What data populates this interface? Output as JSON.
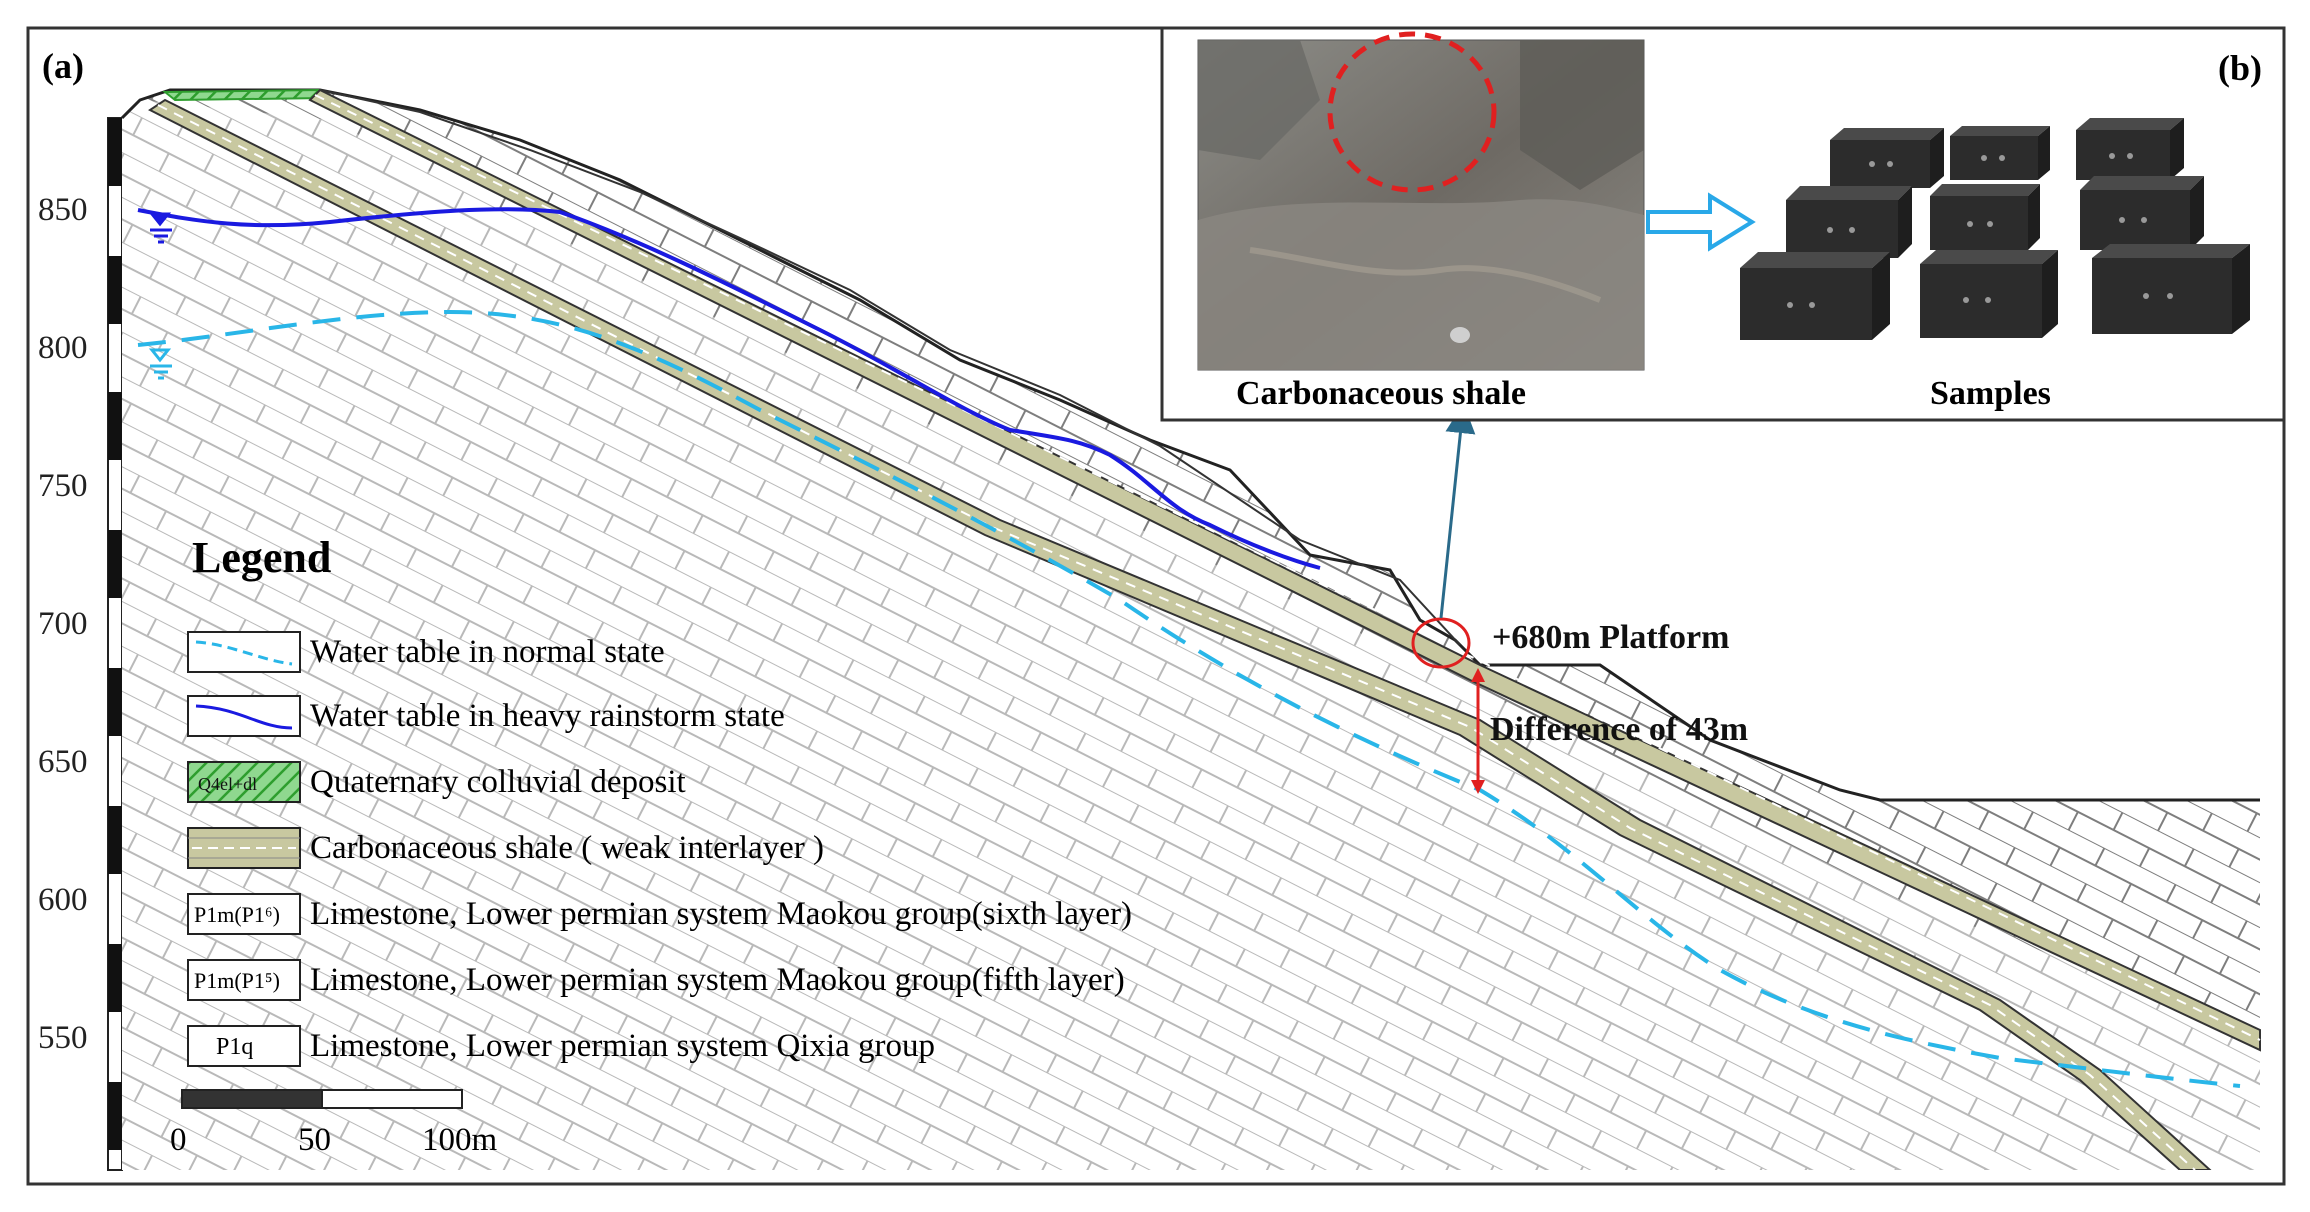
{
  "panel_a_label": "(a)",
  "panel_b_label": "(b)",
  "elevation_ticks": [
    "850",
    "800",
    "750",
    "700",
    "650",
    "600",
    "550"
  ],
  "legend": {
    "title": "Legend",
    "items": [
      {
        "symbol_text": "",
        "label": "Water table in normal state"
      },
      {
        "symbol_text": "",
        "label": "Water table in heavy rainstorm state"
      },
      {
        "symbol_text": "Q4el+dl",
        "label": "Quaternary colluvial deposit"
      },
      {
        "symbol_text": "",
        "label": "Carbonaceous shale ( weak interlayer )"
      },
      {
        "symbol_text": "P1m(P1⁶)",
        "label": "Limestone, Lower permian system Maokou group(sixth layer)"
      },
      {
        "symbol_text": "P1m(P1⁵)",
        "label": "Limestone, Lower permian system Maokou group(fifth layer)"
      },
      {
        "symbol_text": "P1q",
        "label": "Limestone, Lower permian system Qixia group"
      }
    ]
  },
  "scale_bar": {
    "labels": [
      "0",
      "50",
      "100m"
    ]
  },
  "annotations": {
    "platform": "+680m Platform",
    "difference": "Difference of 43m"
  },
  "photos": {
    "left_caption": "Carbonaceous shale",
    "right_caption": "Samples"
  },
  "colors": {
    "normal_water": "#29b6e8",
    "rainstorm_water": "#1a1ae0",
    "shale_fill": "#c8c8a0",
    "quaternary": "#3cb43c",
    "marker": "#e02020",
    "arrow": "#2a6a8a",
    "hollow_arrow": "#29a8e8"
  }
}
